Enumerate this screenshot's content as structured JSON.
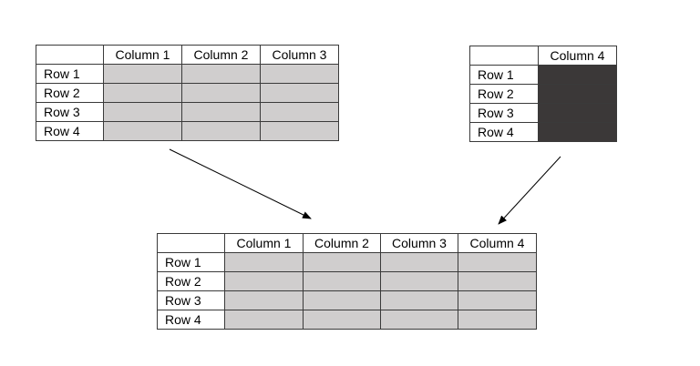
{
  "tables": {
    "left": {
      "columns": [
        "Column 1",
        "Column 2",
        "Column 3"
      ],
      "rows": [
        "Row 1",
        "Row 2",
        "Row 3",
        "Row 4"
      ]
    },
    "right": {
      "columns": [
        "Column 4"
      ],
      "rows": [
        "Row 1",
        "Row 2",
        "Row 3",
        "Row 4"
      ]
    },
    "bottom": {
      "columns": [
        "Column 1",
        "Column 2",
        "Column 3",
        "Column 4"
      ],
      "rows": [
        "Row 1",
        "Row 2",
        "Row 3",
        "Row 4"
      ]
    }
  },
  "colors": {
    "light_cell": "#d0cece",
    "dark_cell": "#3b3838",
    "border": "#3a3a3a",
    "arrow": "#000000"
  }
}
